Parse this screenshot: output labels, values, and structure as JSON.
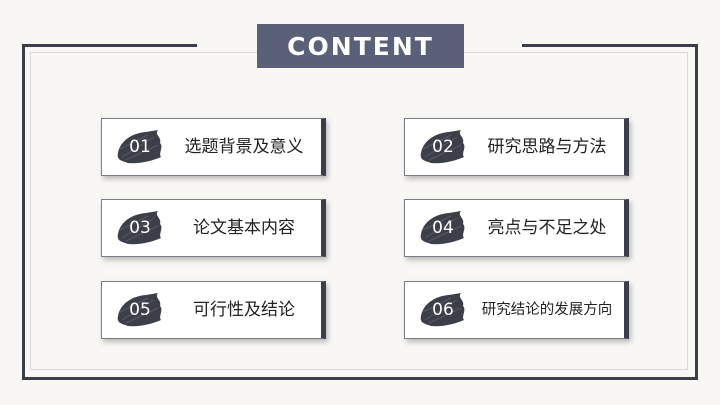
{
  "title": "CONTENT",
  "items": [
    {
      "num": "01",
      "label": "选题背景及意义"
    },
    {
      "num": "02",
      "label": "研究思路与方法"
    },
    {
      "num": "03",
      "label": "论文基本内容"
    },
    {
      "num": "04",
      "label": "亮点与不足之处"
    },
    {
      "num": "05",
      "label": "可行性及结论"
    },
    {
      "num": "06",
      "label": "研究结论的发展方向"
    }
  ],
  "colors": {
    "title_bg": "#5b6079",
    "frame": "#3a3e4a",
    "brush": "#3c3f4a"
  }
}
